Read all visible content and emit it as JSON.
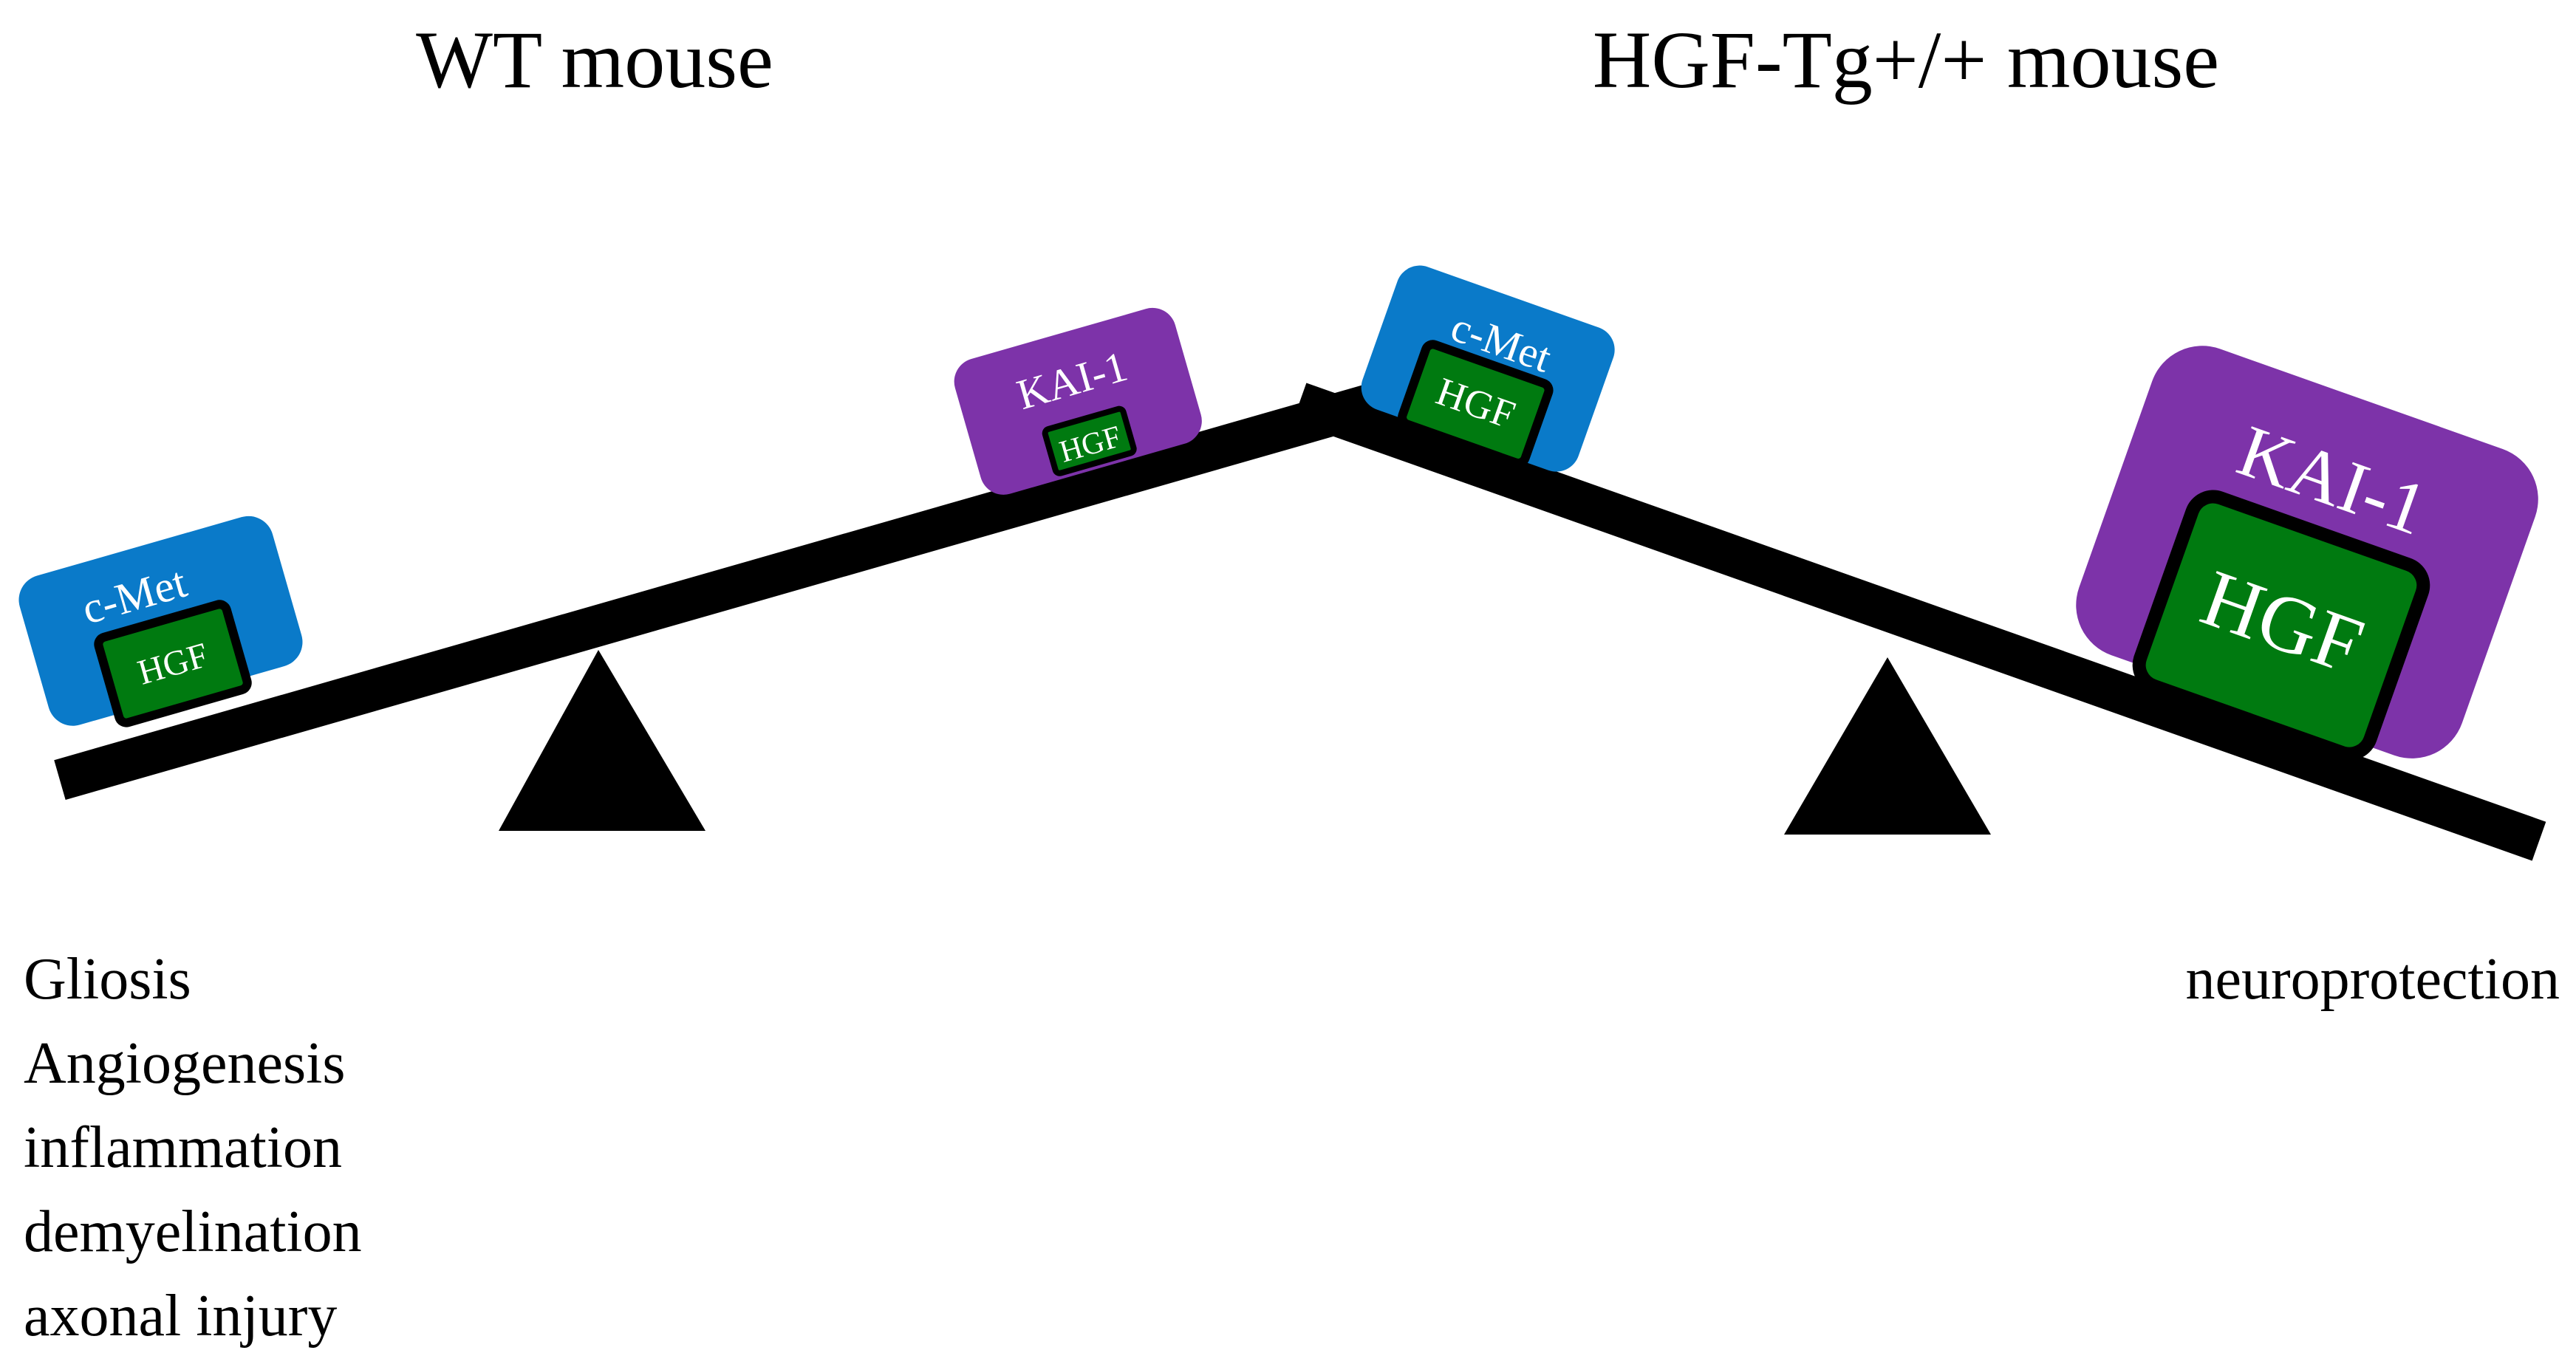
{
  "colors": {
    "background": "#ffffff",
    "beam": "#000000",
    "fulcrum": "#000000",
    "receptor_cmet": "#0a7ac9",
    "receptor_kai1": "#7d33a9",
    "ligand_hgf": "#007a10",
    "ligand_border": "#000000",
    "label_text": "#ffffff"
  },
  "left_panel": {
    "title": "WT mouse",
    "heavy_side": "c-Met",
    "cmet": {
      "receptor_label": "c-Met",
      "ligand_label": "HGF"
    },
    "kai1": {
      "receptor_label": "KAI-1",
      "ligand_label": "HGF"
    },
    "outcomes": [
      "Gliosis",
      "Angiogenesis",
      "inflammation",
      "demyelination",
      "axonal injury"
    ]
  },
  "right_panel": {
    "title": "HGF-Tg+/+ mouse",
    "heavy_side": "KAI-1",
    "cmet": {
      "receptor_label": "c-Met",
      "ligand_label": "HGF"
    },
    "kai1": {
      "receptor_label": "KAI-1",
      "ligand_label": "HGF"
    },
    "outcomes": [
      "neuroprotection"
    ]
  }
}
